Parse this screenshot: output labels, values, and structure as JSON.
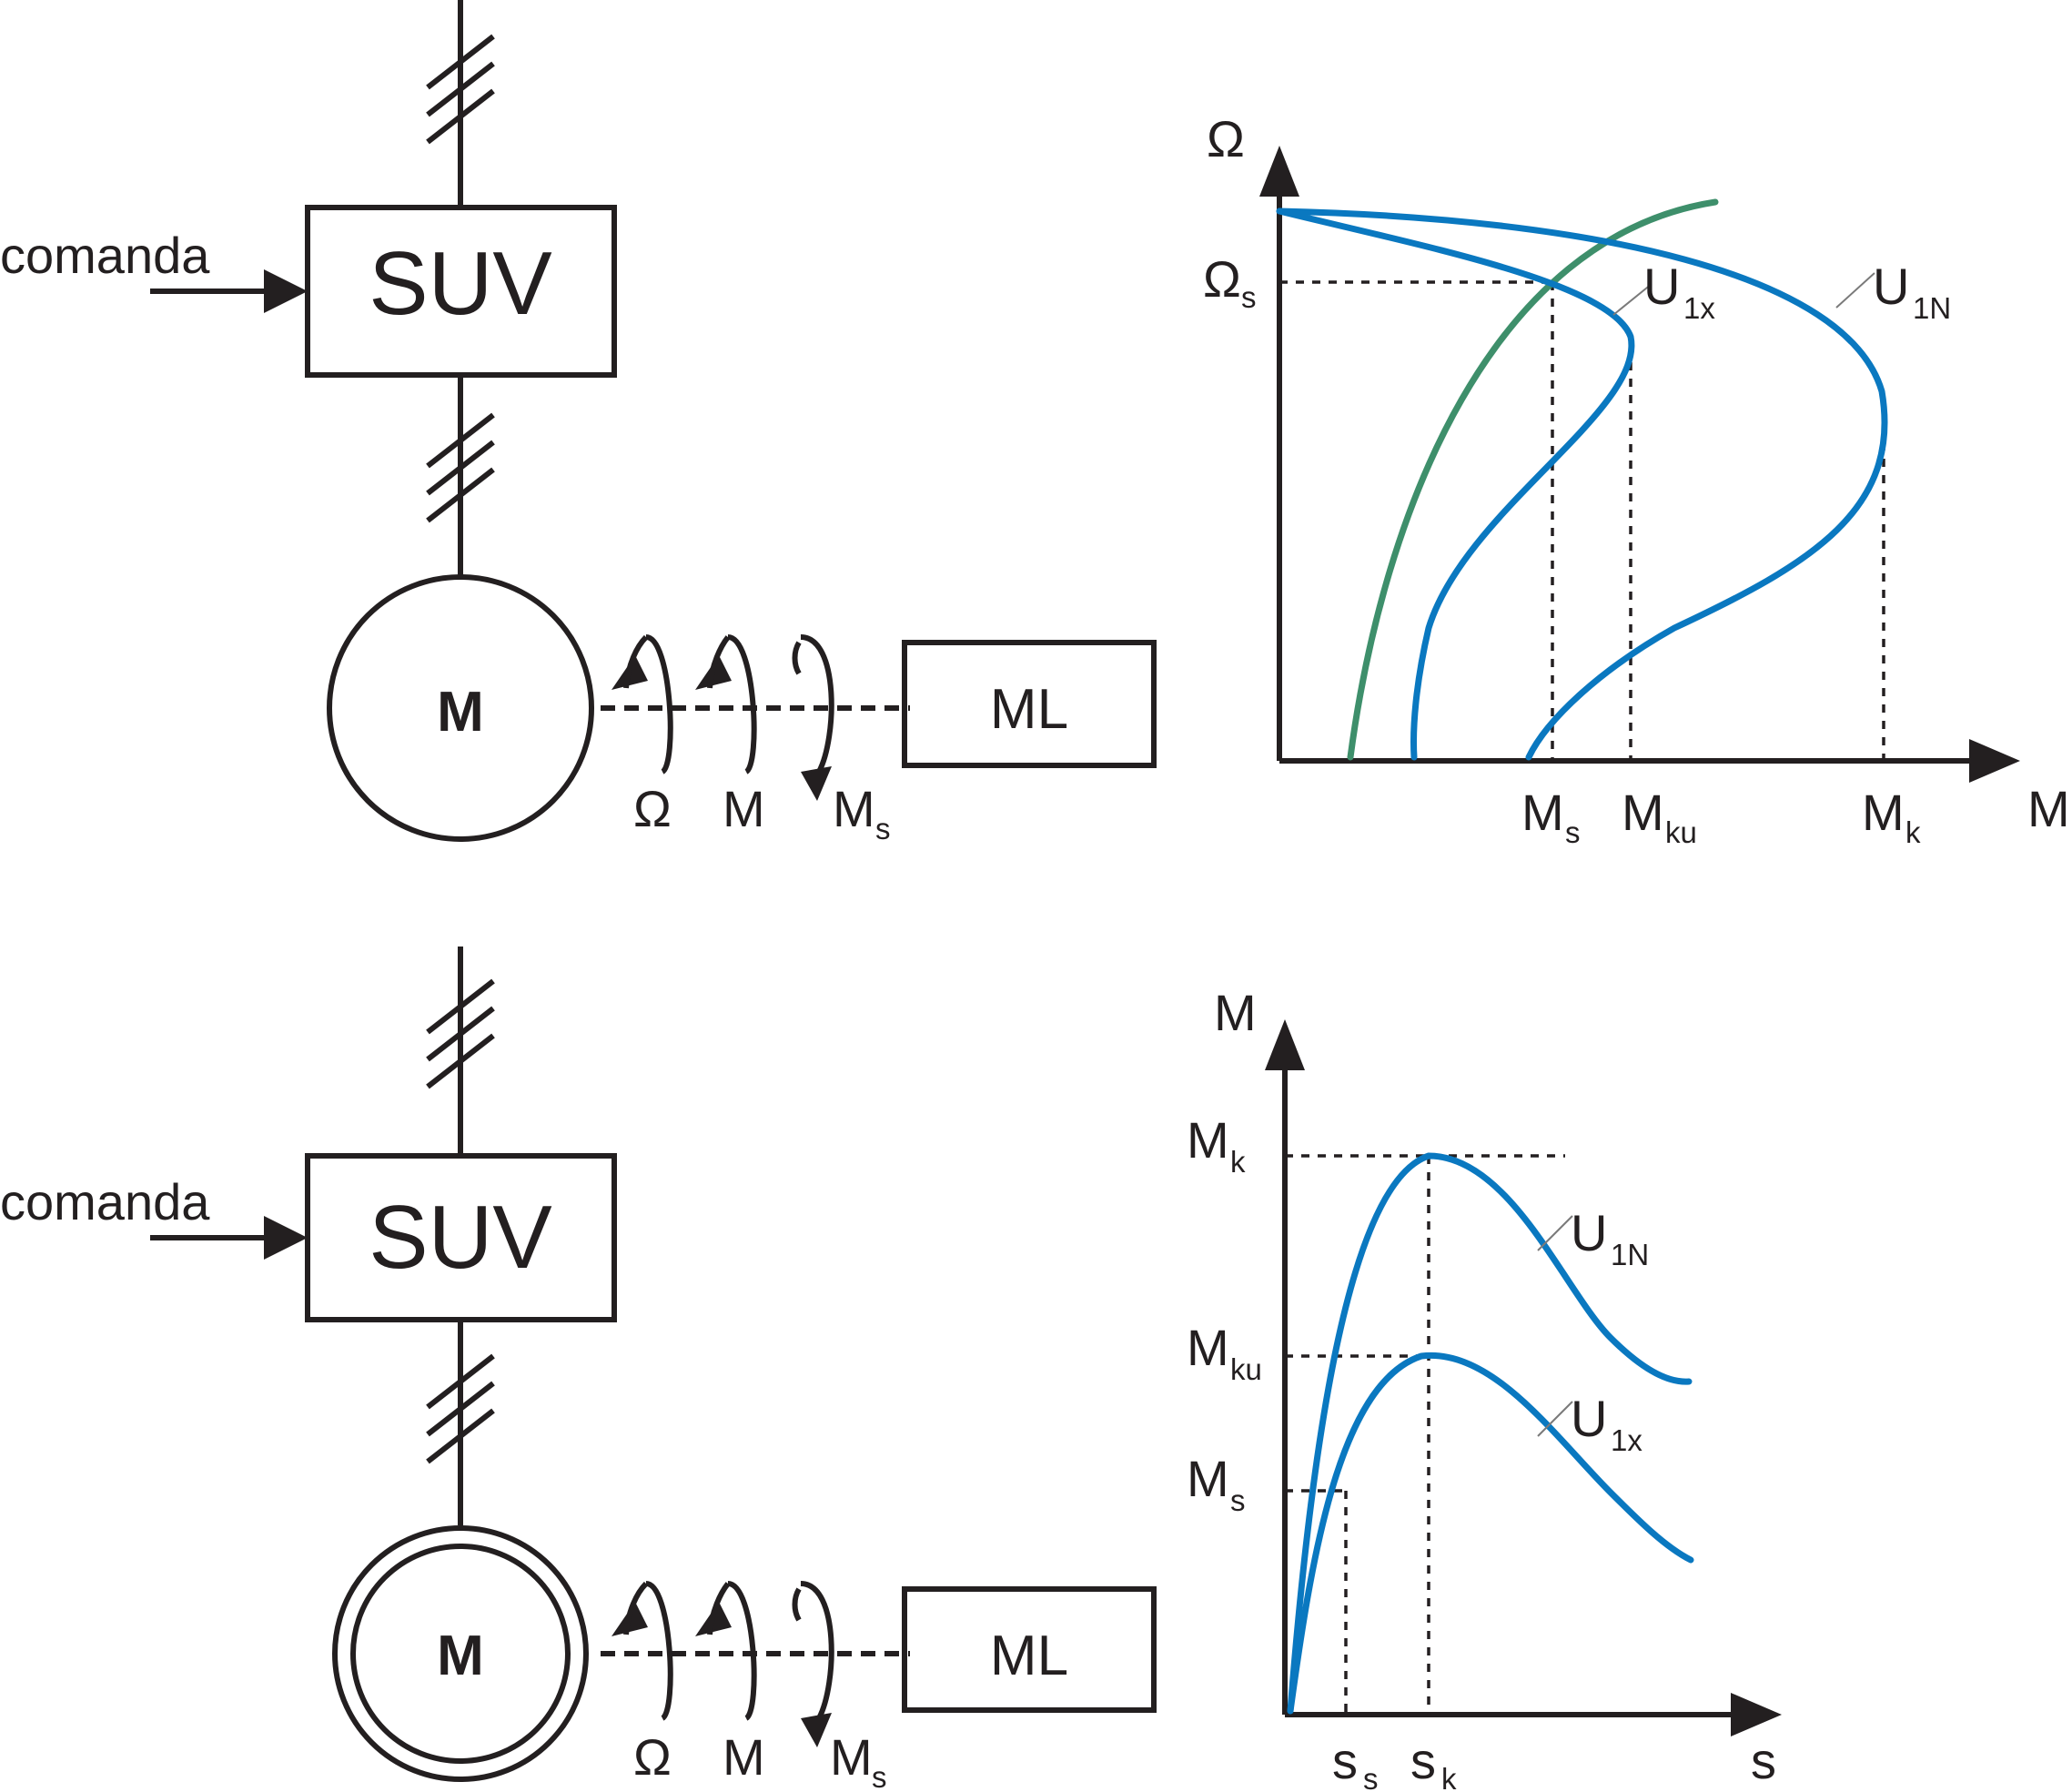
{
  "top_scheme": {
    "command_label": "comanda",
    "controller_label": "SUV",
    "motor_label": "M",
    "load_label": "ML",
    "arrow_labels": [
      {
        "main": "Ω",
        "sub": ""
      },
      {
        "main": "M",
        "sub": ""
      },
      {
        "main": "M",
        "sub": "s"
      }
    ]
  },
  "bottom_scheme": {
    "command_label": "comanda",
    "controller_label": "SUV",
    "motor_label": "M",
    "load_label": "ML",
    "arrow_labels": [
      {
        "main": "Ω",
        "sub": ""
      },
      {
        "main": "M",
        "sub": ""
      },
      {
        "main": "M",
        "sub": "s"
      }
    ]
  },
  "top_graph": {
    "y_axis": "Ω",
    "x_axis": "M",
    "y_mark": {
      "main": "Ω",
      "sub": "s"
    },
    "x_marks": [
      {
        "main": "M",
        "sub": "s"
      },
      {
        "main": "M",
        "sub": "ku"
      },
      {
        "main": "M",
        "sub": "k"
      }
    ],
    "curve_labels": [
      {
        "main": "U",
        "sub": "1x"
      },
      {
        "main": "U",
        "sub": "1N"
      }
    ],
    "colors": {
      "characteristic": "#0a78c0",
      "load": "#3e8f6b"
    }
  },
  "bottom_graph": {
    "y_axis": "M",
    "x_axis": "s",
    "y_marks": [
      {
        "main": "M",
        "sub": "k"
      },
      {
        "main": "M",
        "sub": "ku"
      },
      {
        "main": "M",
        "sub": "s"
      }
    ],
    "x_marks": [
      {
        "main": "s",
        "sub": "s"
      },
      {
        "main": "s",
        "sub": "k"
      }
    ],
    "curve_labels": [
      {
        "main": "U",
        "sub": "1N"
      },
      {
        "main": "U",
        "sub": "1x"
      }
    ],
    "colors": {
      "characteristic": "#0a78c0"
    }
  }
}
